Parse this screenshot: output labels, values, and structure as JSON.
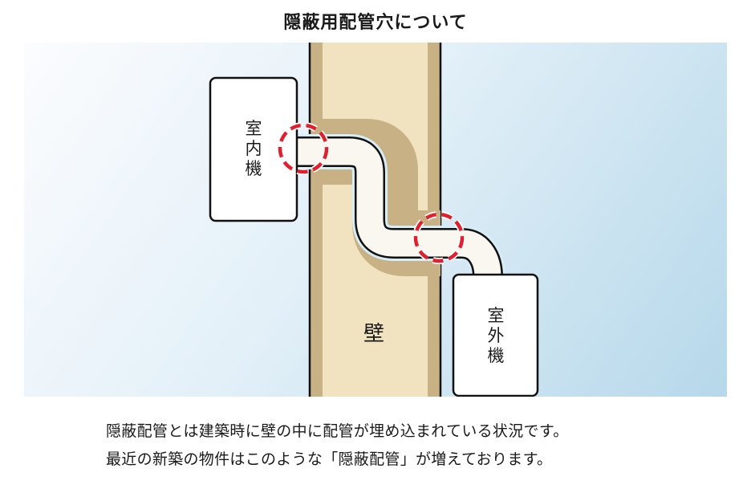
{
  "title": "隠蔽用配管穴について",
  "diagram": {
    "indoor_unit": {
      "label": "室内機",
      "chars": [
        "室",
        "内",
        "機"
      ]
    },
    "outdoor_unit": {
      "label": "室外機",
      "chars": [
        "室",
        "外",
        "機"
      ]
    },
    "wall": {
      "label": "壁"
    },
    "highlights": [
      {
        "name": "indoor-wall-penetration",
        "style": "red-dashed-circle"
      },
      {
        "name": "outdoor-wall-penetration",
        "style": "red-dashed-circle"
      }
    ],
    "colors": {
      "wall_fill": "#f1e3c0",
      "wall_edge": "#c8b185",
      "pipe_fill": "#faf7f1",
      "highlight": "#e0202d",
      "sky_light": "#fbfcfe",
      "sky_dark": "#b6d8ea"
    }
  },
  "caption": {
    "line1": "隠蔽配管とは建築時に壁の中に配管が埋め込まれている状況です。",
    "line2": "最近の新築の物件はこのような「隠蔽配管」が増えております。"
  }
}
